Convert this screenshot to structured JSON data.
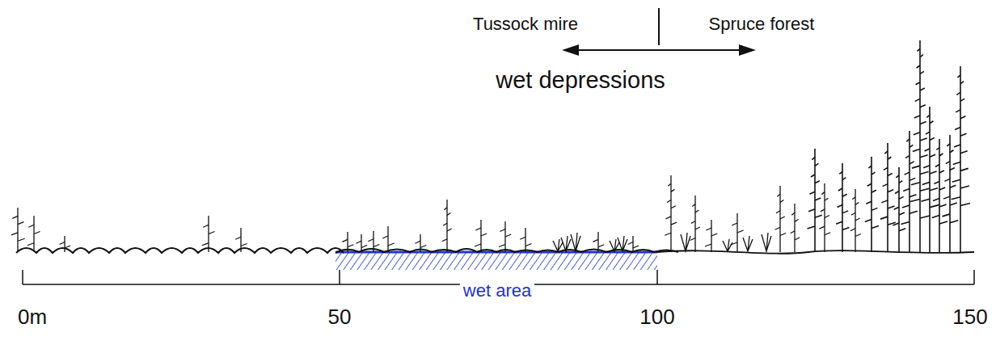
{
  "diagram": {
    "labels": [
      "Tussock mire",
      "Spruce forest",
      "wet depressions",
      "wet area",
      "0m",
      "50",
      "100",
      "150"
    ]
  }
}
